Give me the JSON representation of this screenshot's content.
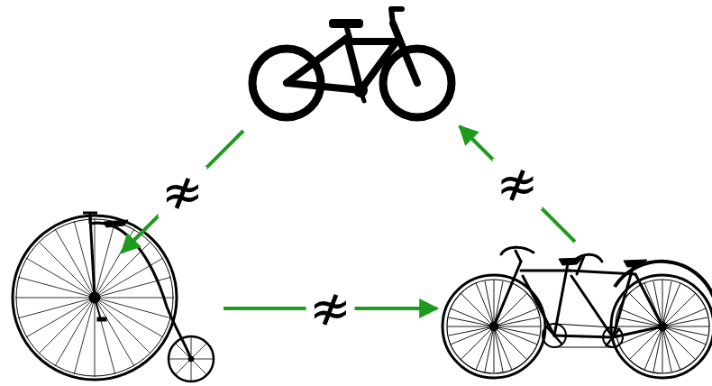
{
  "diagram": {
    "nodes": [
      {
        "text": []
      },
      {
        "text": []
      },
      {
        "text": []
      }
    ],
    "edges": [
      {
        "from": 0,
        "to": 1,
        "arrow": "to",
        "label": "≉"
      },
      {
        "from": 1,
        "to": 2,
        "arrow": "to",
        "label": "≉"
      },
      {
        "from": 2,
        "to": 0,
        "arrow": "to",
        "label": "≉"
      }
    ]
  }
}
